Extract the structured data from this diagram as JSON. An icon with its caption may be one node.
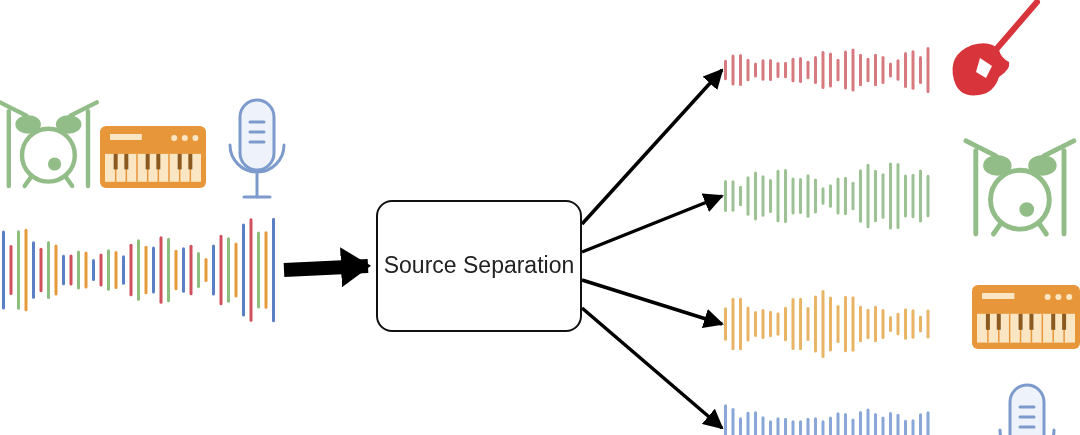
{
  "diagram": {
    "nodes": [
      {
        "text": [],
        "shape": "picture"
      },
      {
        "text": [
          "Source Separation"
        ]
      },
      {
        "text": [],
        "shape": "picture"
      },
      {
        "text": [],
        "shape": "picture"
      },
      {
        "text": [],
        "shape": "picture"
      },
      {
        "text": [],
        "shape": "picture"
      }
    ],
    "edges": [
      {
        "from": 0,
        "to": 1,
        "arrow": "to",
        "style": "thick"
      },
      {
        "from": 1,
        "to": 2,
        "arrow": "to"
      },
      {
        "from": 1,
        "to": 3,
        "arrow": "to"
      },
      {
        "from": 1,
        "to": 4,
        "arrow": "to"
      },
      {
        "from": 1,
        "to": 5,
        "arrow": "to"
      }
    ]
  }
}
